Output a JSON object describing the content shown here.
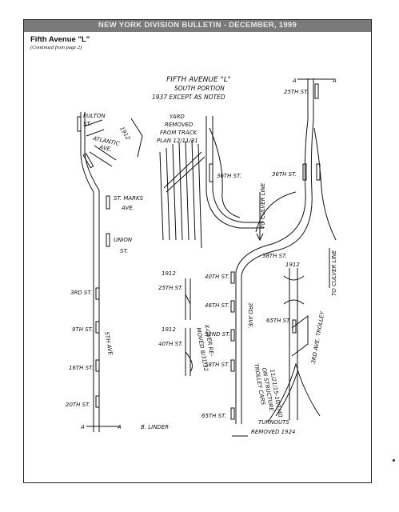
{
  "header": {
    "banner": "NEW YORK DIVISION BULLETIN - DECEMBER, 1999",
    "title": "Fifth Avenue \"L\"",
    "subtitle": "(Continued from page 2)"
  },
  "diagram": {
    "heading_line1": "FIFTH AVENUE \"L\"",
    "heading_line2": "SOUTH PORTION",
    "heading_line3": "1937 EXCEPT AS NOTED",
    "fulton": "FULTON",
    "fulton_st": "ST.",
    "year_1912_a": "1912",
    "atlantic": "ATLANTIC",
    "atlantic_ave": "AVE.",
    "yard1": "YARD",
    "yard2": "REMOVED",
    "yard3": "FROM TRACK",
    "yard4": "PLAN 12/11/31",
    "st_marks": "ST. MARKS",
    "st_marks_ave": "AVE.",
    "union": "UNION",
    "union_st": "ST.",
    "st_36_a": "36TH ST.",
    "culver_1": "TO CULVER LINE",
    "a_top": "A",
    "a_top_2": "A",
    "st_25_top": "25TH ST.",
    "st_36_b": "36TH ST.",
    "st_38": "38TH ST.",
    "culver_2": "TO CULVER LINE",
    "st_3rd": "3RD ST.",
    "st_9th": "9TH ST.",
    "fifth_ave": "5TH AVE",
    "st_16th": "16TH ST.",
    "st_20th": "20TH ST.",
    "a_bottom": "A",
    "a_bottom_2": "A",
    "linder": "B. LINDER",
    "year_1912_b": "1912",
    "st_25_mid": "25TH ST.",
    "year_1912_c": "1912",
    "st_40_mid": "40TH ST.",
    "xover": "X-OVER RE-",
    "xover2": "MOVED 8/31/32",
    "st_40_r": "40TH ST.",
    "st_46_r": "46TH ST.",
    "st_52_r": "52ND ST.",
    "st_58_r": "58TH ST.",
    "st_65_r": "65TH ST.",
    "third_ave": "3RD AVE.",
    "year_1912_d": "1912",
    "st_65_b": "65TH ST.",
    "trolley1": "TROLLEY CARS",
    "trolley2": "ON STRUCTURE",
    "trolley3": "11/21/15-10/1/40",
    "third_trolley": "3RD AVE. TROLLEY",
    "turnouts1": "TURNOUTS",
    "turnouts2": "REMOVED 1924"
  },
  "colors": {
    "ink": "#111111",
    "banner": "#7a7a7a"
  }
}
